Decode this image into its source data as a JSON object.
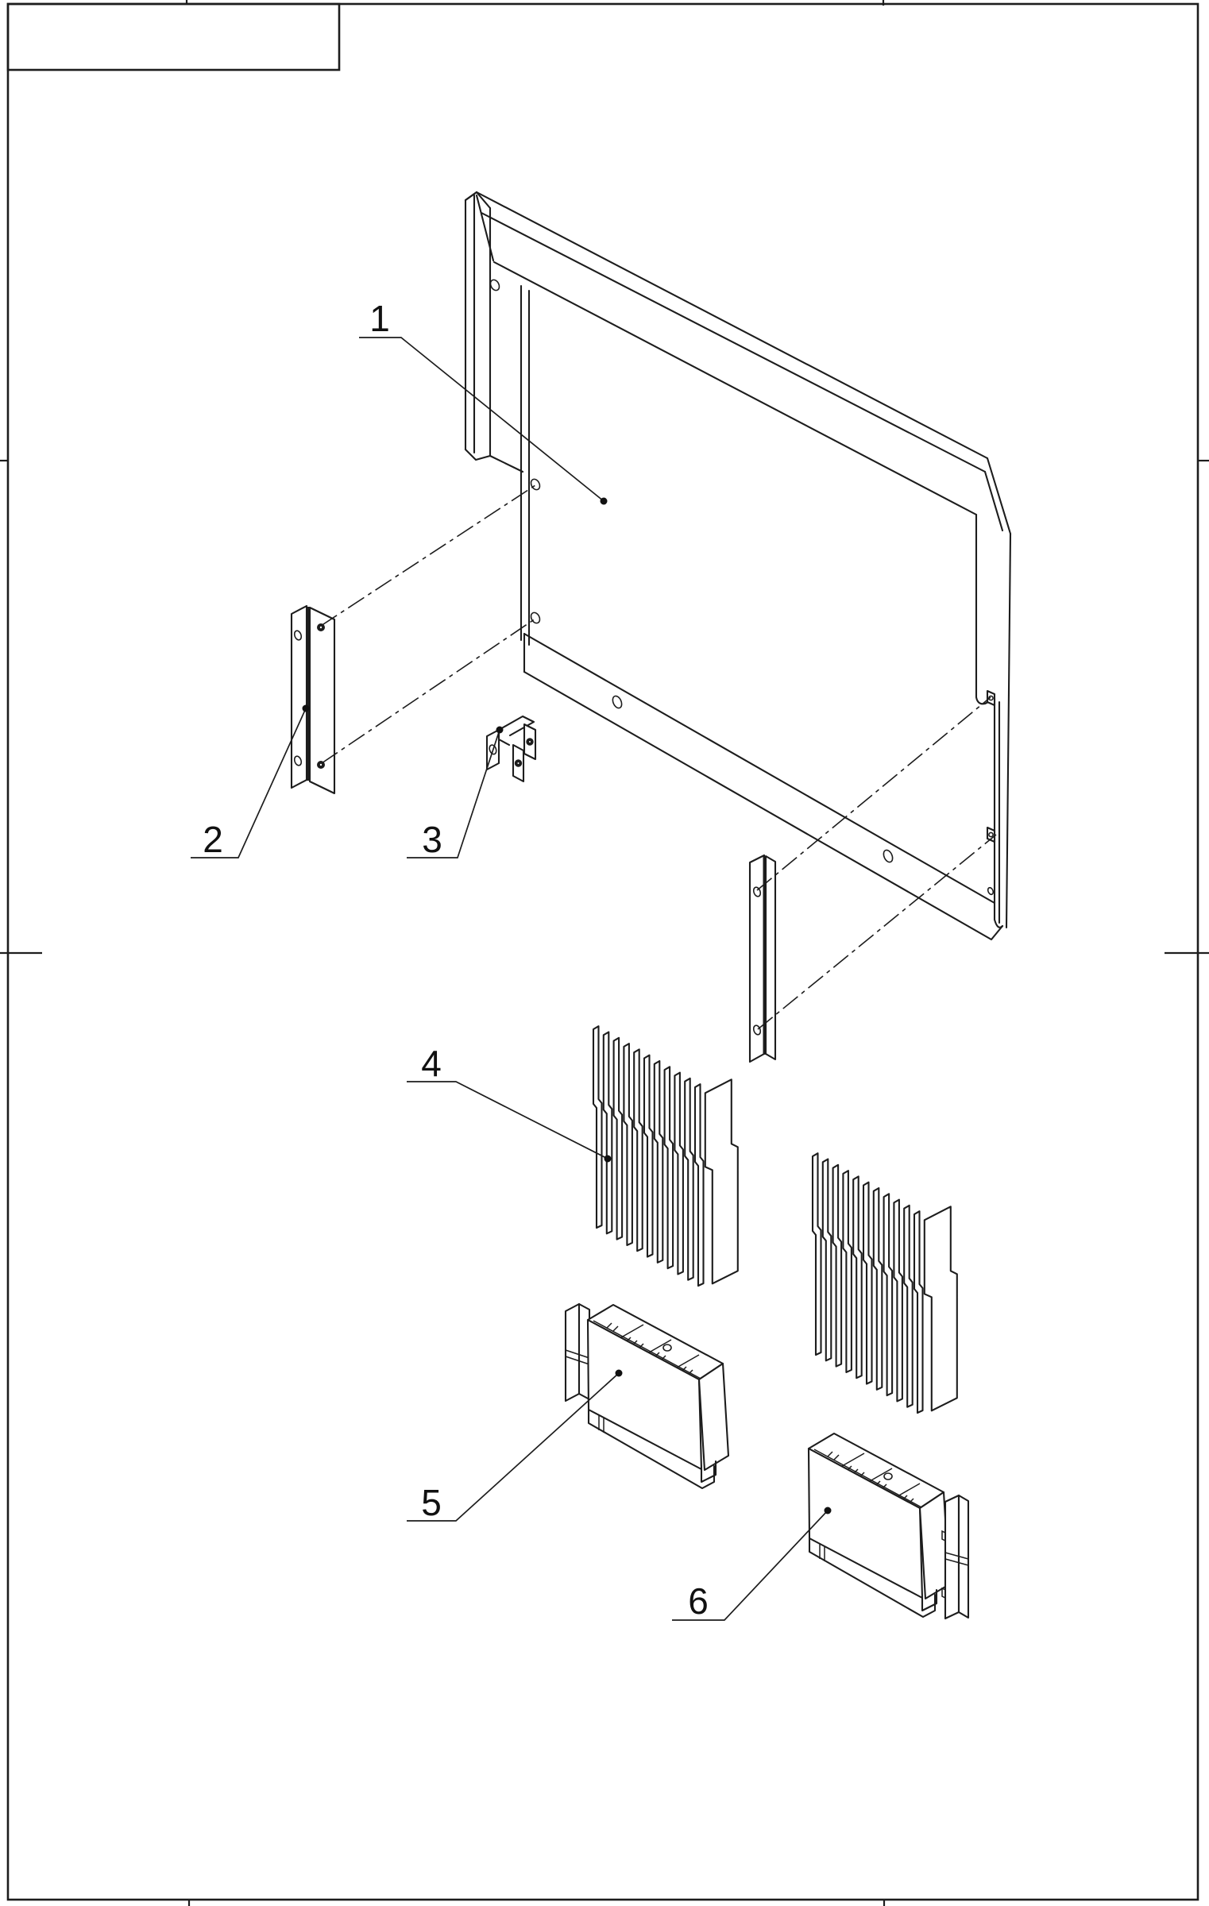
{
  "drawing": {
    "type": "exploded-parts-diagram",
    "background_color": "#ffffff",
    "line_color": "#1d1d1d",
    "title_block_text": "",
    "callouts": [
      {
        "label": "1"
      },
      {
        "label": "2"
      },
      {
        "label": "3"
      },
      {
        "label": "4"
      },
      {
        "label": "5"
      },
      {
        "label": "6"
      }
    ]
  }
}
